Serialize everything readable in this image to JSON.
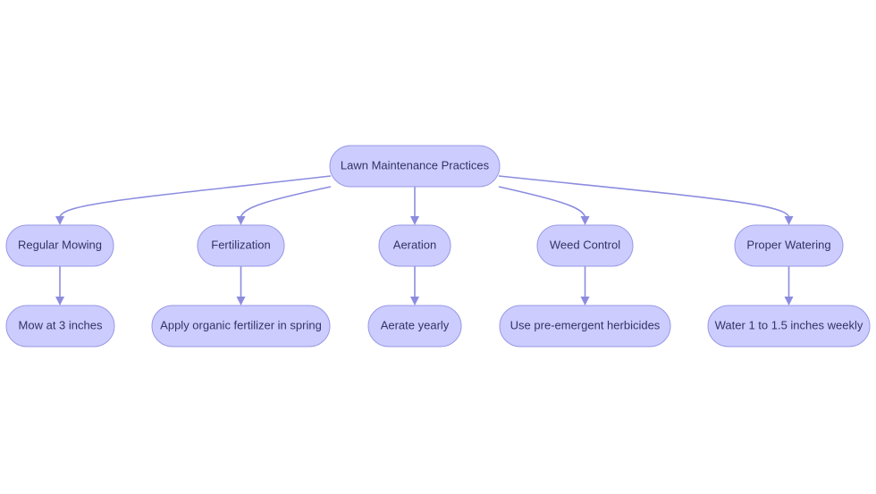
{
  "diagram": {
    "root": {
      "id": "root",
      "label": "Lawn Maintenance Practices"
    },
    "practices": [
      {
        "id": "mowing",
        "label": "Regular Mowing",
        "detail": "Mow at 3 inches"
      },
      {
        "id": "fertilization",
        "label": "Fertilization",
        "detail": "Apply organic fertilizer in spring"
      },
      {
        "id": "aeration",
        "label": "Aeration",
        "detail": "Aerate yearly"
      },
      {
        "id": "weed",
        "label": "Weed Control",
        "detail": "Use pre-emergent herbicides"
      },
      {
        "id": "watering",
        "label": "Proper Watering",
        "detail": "Water 1 to 1.5 inches weekly"
      }
    ],
    "colors": {
      "node_fill": "#ccccff",
      "node_border": "#9898e6",
      "edge": "#8c8ce0",
      "text": "#333366"
    }
  }
}
